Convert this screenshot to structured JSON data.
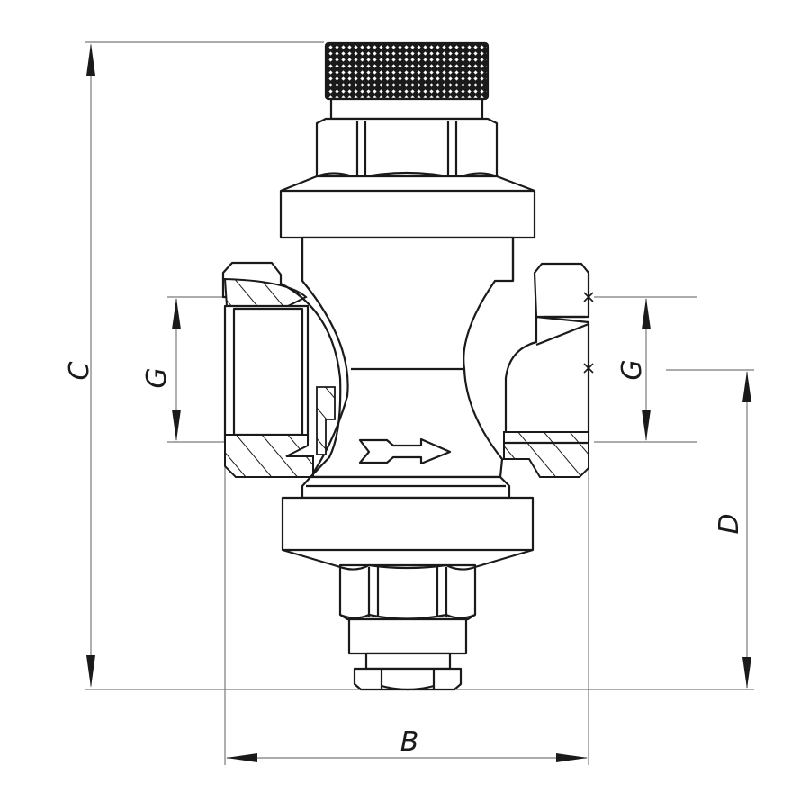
{
  "drawing": {
    "title": "Pressure reducing valve — dimensional drawing",
    "flow_direction": "left-to-right",
    "dimensions": {
      "C": {
        "label": "C",
        "description": "overall height"
      },
      "B": {
        "label": "B",
        "description": "overall width (body length)"
      },
      "D": {
        "label": "D",
        "description": "pipe axis to bottom"
      },
      "G_left": {
        "label": "G",
        "description": "inlet thread size"
      },
      "G_right": {
        "label": "G",
        "description": "outlet thread size"
      }
    },
    "components": [
      "knurled-adjustment-knob",
      "upper-hex-nut",
      "upper-bonnet-flange",
      "valve-body",
      "inlet-female-thread",
      "outlet-female-thread",
      "flow-arrow",
      "lower-bonnet-flange",
      "lower-hex-nut",
      "bottom-plug"
    ],
    "colors": {
      "line": "#1a1a1a",
      "dimension_line": "#7a7a7a",
      "background": "#ffffff"
    }
  }
}
